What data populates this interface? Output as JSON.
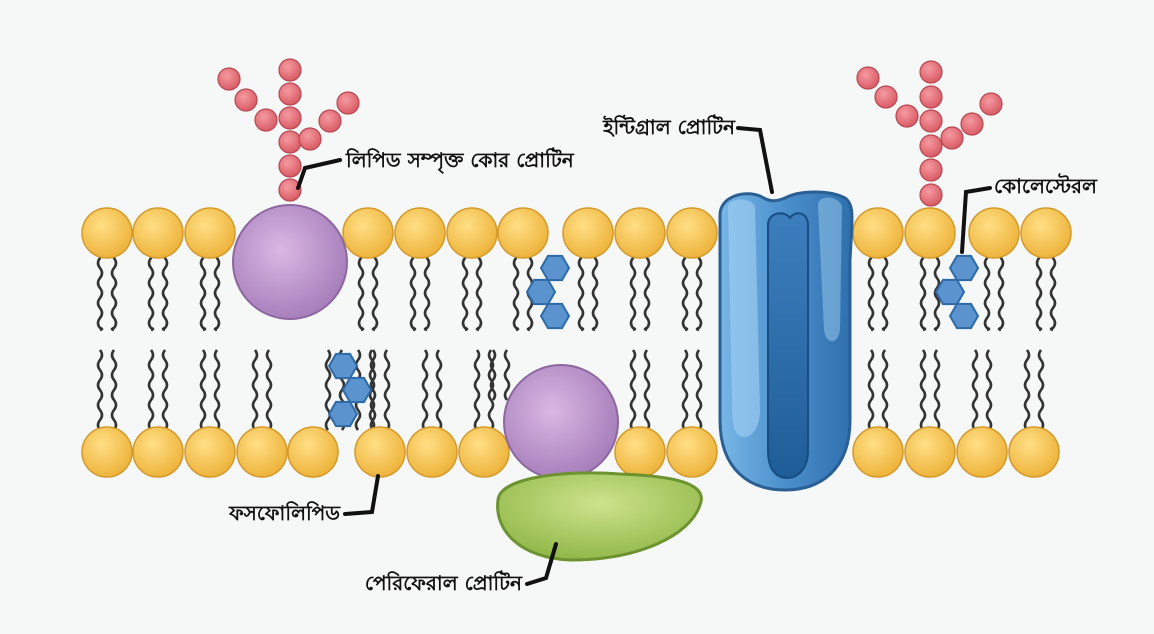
{
  "labels": {
    "lipid_anchored_protein": "লিপিড সম্পৃক্ত কোর প্রোটিন",
    "integral_protein": "ইন্টিগ্রাল প্রোটিন",
    "cholesterol": "কোলেস্টেরল",
    "phospholipid": "ফসফোলিপিড",
    "peripheral_protein": "পেরিফেরাল প্রোটিন"
  },
  "colors": {
    "background": "#f5f8f6",
    "phospholipid_head": "#f2bd4a",
    "lipid_tail": "#333333",
    "carbohydrate_bead": "#e26a72",
    "globular_protein": "#b98fc6",
    "integral_protein": "#4f8fc8",
    "peripheral_protein": "#9cc24f",
    "cholesterol": "#4f86c4"
  }
}
